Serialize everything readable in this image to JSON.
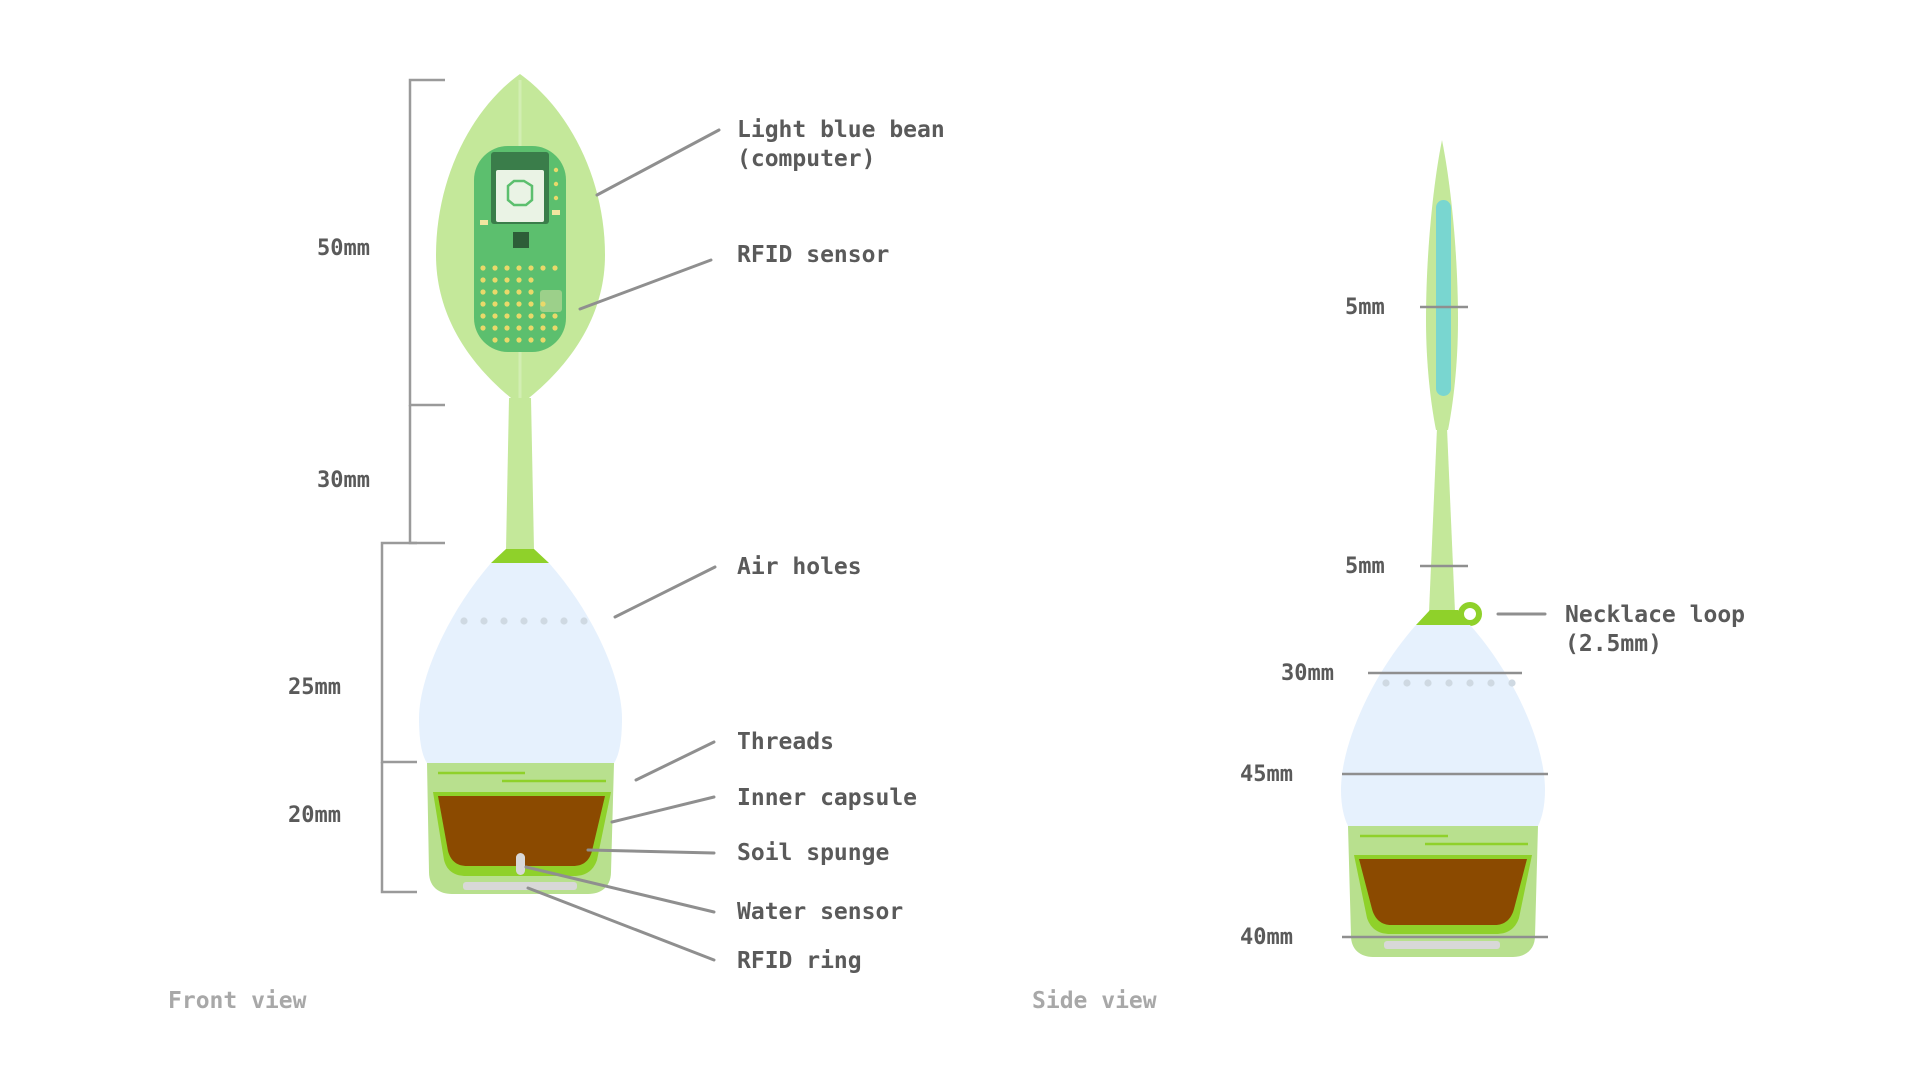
{
  "front_view": {
    "caption": "Front view",
    "dimensions": [
      "50mm",
      "30mm",
      "25mm",
      "20mm"
    ],
    "callouts": [
      {
        "line1": "Light blue bean",
        "line2": "(computer)"
      },
      {
        "line1": "RFID sensor"
      },
      {
        "line1": "Air holes"
      },
      {
        "line1": "Threads"
      },
      {
        "line1": "Inner capsule"
      },
      {
        "line1": "Soil spunge"
      },
      {
        "line1": "Water sensor"
      },
      {
        "line1": "RFID ring"
      }
    ]
  },
  "side_view": {
    "caption": "Side view",
    "dimensions": [
      "5mm",
      "5mm",
      "30mm",
      "45mm",
      "40mm"
    ],
    "callout": {
      "line1": "Necklace loop",
      "line2": "(2.5mm)"
    }
  },
  "colors": {
    "leaf": "#c4e89a",
    "leaf_dark": "#8fd12a",
    "dome": "#e6f1fd",
    "base": "#b8e08e",
    "soil": "#8b4a00",
    "board": "#5cbf6e",
    "sensor_strip": "#79d6d0",
    "label": "#5a5a5a",
    "caption": "#a8a8a8"
  }
}
